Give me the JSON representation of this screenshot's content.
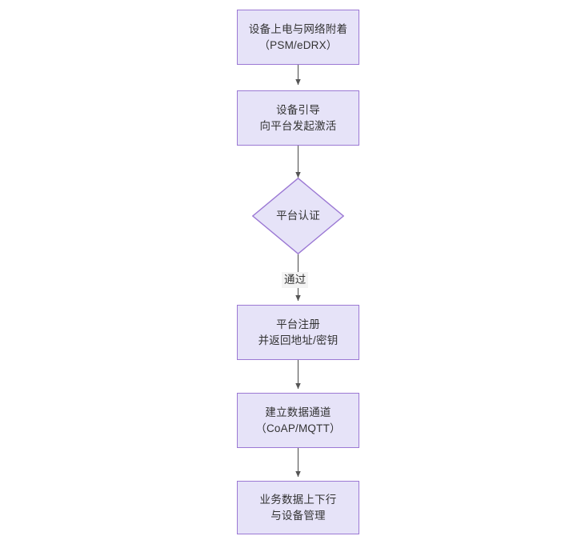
{
  "diagram": {
    "type": "flowchart",
    "orientation": "top-to-bottom",
    "background_color": "#ffffff",
    "node_fill_color": "#E6E3F8",
    "node_border_color": "#9B78D4",
    "text_color": "#333333",
    "edge_color": "#555555",
    "nodes": [
      {
        "id": "n1",
        "shape": "rectangle",
        "lines": [
          "设备上电与网络附着",
          "（PSM/eDRX）"
        ]
      },
      {
        "id": "n2",
        "shape": "rectangle",
        "lines": [
          "设备引导",
          "向平台发起激活"
        ]
      },
      {
        "id": "n3",
        "shape": "diamond",
        "lines": [
          "平台认证"
        ]
      },
      {
        "id": "n4",
        "shape": "rectangle",
        "lines": [
          "平台注册",
          "并返回地址/密钥"
        ]
      },
      {
        "id": "n5",
        "shape": "rectangle",
        "lines": [
          "建立数据通道",
          "（CoAP/MQTT）"
        ]
      },
      {
        "id": "n6",
        "shape": "rectangle",
        "lines": [
          "业务数据上下行",
          "与设备管理"
        ]
      }
    ],
    "edges": [
      {
        "from": "n1",
        "to": "n2",
        "label": ""
      },
      {
        "from": "n2",
        "to": "n3",
        "label": ""
      },
      {
        "from": "n3",
        "to": "n4",
        "label": "通过"
      },
      {
        "from": "n4",
        "to": "n5",
        "label": ""
      },
      {
        "from": "n5",
        "to": "n6",
        "label": ""
      }
    ]
  }
}
